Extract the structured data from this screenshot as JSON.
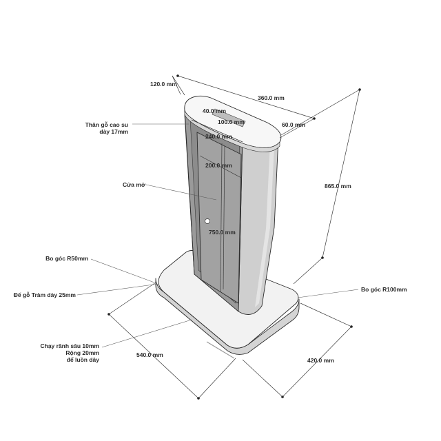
{
  "colors": {
    "background": "#ffffff",
    "line": "#2c2c2c",
    "body_side": "#c9c9c9",
    "body_front": "#8f8f8f",
    "door_panel": "#9c9c9c",
    "base_top": "#f2f2f2",
    "top_cap": "#f7f7f7"
  },
  "dimensions": {
    "width_120": "120.0 mm",
    "length_360": "360.0 mm",
    "slot_40": "40.0 mm",
    "slot_100": "100.0 mm",
    "offset_60": "60.0 mm",
    "panel_240": "240.0 mm",
    "door_200": "200.0 mm",
    "height_865": "865.0 mm",
    "door_750": "750.0 mm",
    "base_540": "540.0 mm",
    "base_420": "420.0 mm"
  },
  "annotations": {
    "body_wood_line1": "Thân gỗ cao su",
    "body_wood_line2": "dày 17mm",
    "open_door": "Cửa mở",
    "corner_r50": "Bo góc R50mm",
    "base_wood": "Đế gỗ Tràm dày 25mm",
    "corner_r100": "Bo góc R100mm",
    "groove_line1": "Chạy rãnh sâu 10mm",
    "groove_line2": "Rộng 20mm",
    "groove_line3": "để luồn dây"
  }
}
